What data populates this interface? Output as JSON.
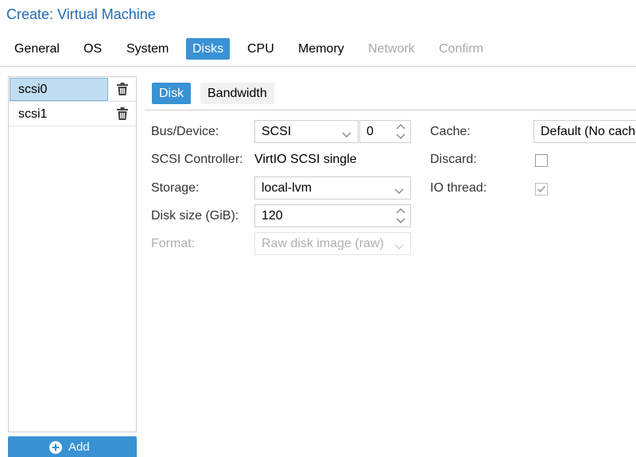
{
  "window": {
    "title": "Create: Virtual Machine"
  },
  "wizard_tabs": [
    {
      "label": "General",
      "state": "normal"
    },
    {
      "label": "OS",
      "state": "normal"
    },
    {
      "label": "System",
      "state": "normal"
    },
    {
      "label": "Disks",
      "state": "active"
    },
    {
      "label": "CPU",
      "state": "normal"
    },
    {
      "label": "Memory",
      "state": "normal"
    },
    {
      "label": "Network",
      "state": "disabled"
    },
    {
      "label": "Confirm",
      "state": "disabled"
    }
  ],
  "disks": {
    "items": [
      {
        "name": "scsi0",
        "selected": true,
        "remove_icon": "trash-icon"
      },
      {
        "name": "scsi1",
        "selected": false,
        "remove_icon": "trash-icon"
      }
    ],
    "add_label": "Add",
    "add_icon": "plus-circle-icon"
  },
  "inner_tabs": [
    {
      "label": "Disk",
      "active": true
    },
    {
      "label": "Bandwidth",
      "active": false
    }
  ],
  "form": {
    "bus_device": {
      "label": "Bus/Device:",
      "bus": "SCSI",
      "device": "0"
    },
    "scsi_controller": {
      "label": "SCSI Controller:",
      "value": "VirtIO SCSI single"
    },
    "storage": {
      "label": "Storage:",
      "value": "local-lvm"
    },
    "disk_size": {
      "label": "Disk size (GiB):",
      "value": "120"
    },
    "format": {
      "label": "Format:",
      "value": "Raw disk image (raw)",
      "disabled": true
    },
    "cache": {
      "label": "Cache:",
      "value": "Default (No cache)"
    },
    "discard": {
      "label": "Discard:",
      "checked": false
    },
    "io_thread": {
      "label": "IO thread:",
      "checked": true,
      "disabled": true
    }
  },
  "colors": {
    "accent": "#3892d4",
    "title": "#1f6bb8",
    "selection": "#c1ddf1"
  }
}
